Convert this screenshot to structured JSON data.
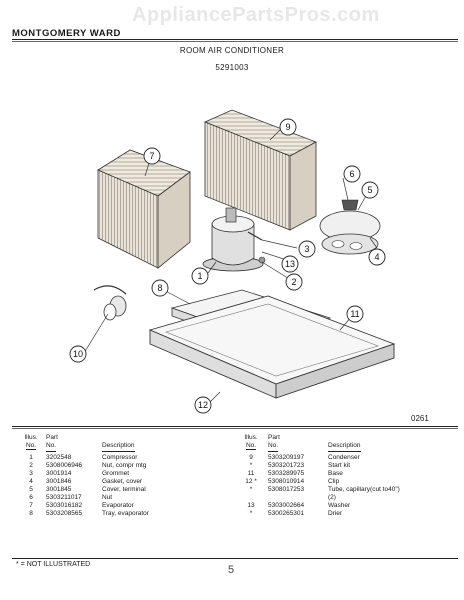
{
  "header": {
    "brand": "MONTGOMERY WARD",
    "watermark": "AppliancePartsPros.com",
    "title": "ROOM AIR CONDITIONER",
    "model": "5291003"
  },
  "figure": {
    "number": "0261",
    "callouts": [
      "1",
      "2",
      "3",
      "4",
      "5",
      "6",
      "7",
      "8",
      "9",
      "10",
      "11",
      "12",
      "13"
    ]
  },
  "table": {
    "headers": {
      "illus_top": "Illus.",
      "illus_bottom": "No.",
      "part_top": "Part",
      "part_bottom": "No.",
      "desc": "Description"
    },
    "left": [
      {
        "illus": "1",
        "part": "3202548",
        "desc": "Compressor"
      },
      {
        "illus": "2",
        "part": "5308006946",
        "desc": "Nut, compr mtg"
      },
      {
        "illus": "3",
        "part": "3001914",
        "desc": "Grommet"
      },
      {
        "illus": "4",
        "part": "3001846",
        "desc": "Gasket, cover"
      },
      {
        "illus": "5",
        "part": "3001845",
        "desc": "Cover, terminal"
      },
      {
        "illus": "6",
        "part": "5303211017",
        "desc": "Nut"
      },
      {
        "illus": "7",
        "part": "5303016182",
        "desc": "Evaporator"
      },
      {
        "illus": "8",
        "part": "5303208565",
        "desc": "Tray, evaporator"
      }
    ],
    "right": [
      {
        "illus": "9",
        "part": "5303209197",
        "desc": "Condenser"
      },
      {
        "illus": "*",
        "part": "5303201723",
        "desc": "Start kit"
      },
      {
        "illus": "11",
        "part": "5303289975",
        "desc": "Base"
      },
      {
        "illus": "12 *",
        "part": "5308010914",
        "desc": "Clip"
      },
      {
        "illus": "*",
        "part": "5308017253",
        "desc": "Tube, capillary(cut to40\")"
      },
      {
        "illus": "",
        "part": "",
        "desc": "(2)"
      },
      {
        "illus": "13",
        "part": "5303002664",
        "desc": "Washer"
      },
      {
        "illus": "*",
        "part": "5300265301",
        "desc": "Drier"
      }
    ]
  },
  "footer": {
    "note": "* = NOT ILLUSTRATED",
    "page_mark": "5"
  }
}
